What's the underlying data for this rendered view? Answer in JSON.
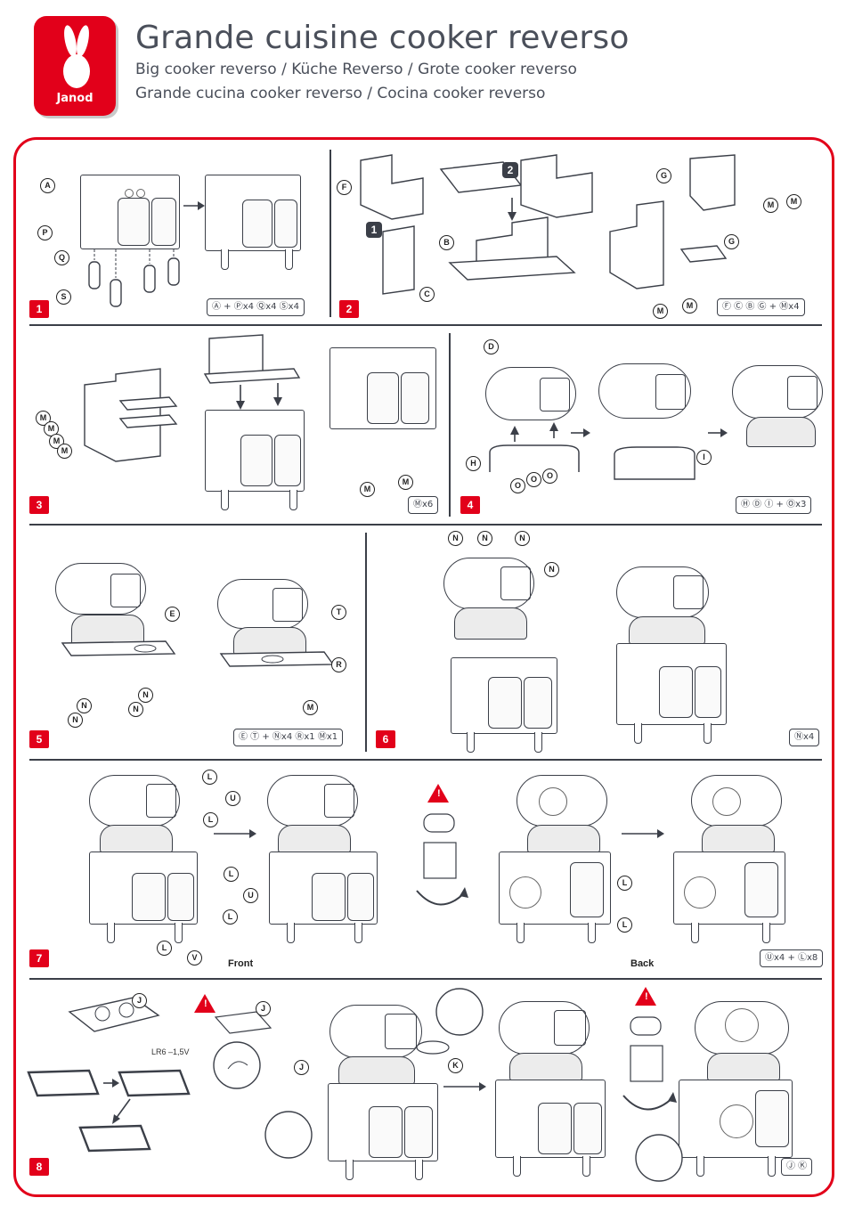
{
  "header": {
    "brand": "Janod",
    "title": "Grande cuisine cooker reverso",
    "subtitle_1": "Big cooker reverso / Küche Reverso / Grote cooker reverso",
    "subtitle_2": "Grande cucina cooker reverso / Cocina cooker reverso"
  },
  "steps": [
    {
      "num": "1",
      "parts": "Ⓐ + Ⓟx4  Ⓠx4  Ⓢx4",
      "labels": [
        "A",
        "P",
        "Q",
        "S"
      ]
    },
    {
      "num": "2",
      "parts": "Ⓕ Ⓒ Ⓑ Ⓖ + Ⓜx4",
      "labels": [
        "F",
        "B",
        "C",
        "G",
        "G",
        "M",
        "M",
        "M",
        "M"
      ],
      "sub": [
        "1",
        "2"
      ]
    },
    {
      "num": "3",
      "parts": "Ⓜx6",
      "labels": [
        "M",
        "M",
        "M",
        "M",
        "M",
        "M"
      ]
    },
    {
      "num": "4",
      "parts": "Ⓗ Ⓓ Ⓘ + Ⓞx3",
      "labels": [
        "D",
        "H",
        "I",
        "O",
        "O",
        "O"
      ]
    },
    {
      "num": "5",
      "parts": "Ⓔ Ⓣ + Ⓝx4  Ⓡx1  Ⓜx1",
      "labels": [
        "E",
        "T",
        "R",
        "N",
        "N",
        "N",
        "N",
        "M"
      ]
    },
    {
      "num": "6",
      "parts": "Ⓝx4",
      "labels": [
        "N",
        "N",
        "N",
        "N"
      ]
    },
    {
      "num": "7",
      "parts": "Ⓤx4 + Ⓛx8",
      "labels": [
        "L",
        "U",
        "L",
        "L",
        "U",
        "L",
        "L",
        "V",
        "L",
        "L"
      ],
      "caption_front": "Front",
      "caption_back": "Back"
    },
    {
      "num": "8",
      "parts": "Ⓙ Ⓚ",
      "labels": [
        "J",
        "J",
        "J",
        "K"
      ],
      "battery": "LR6 –1,5V"
    }
  ],
  "icons": {
    "warning": "warning-triangle-icon",
    "rotate": "rotate-arrow-icon",
    "arrow": "right-arrow-icon"
  },
  "colors": {
    "accent": "#e2001a",
    "line": "#3b3f48",
    "text": "#4a4f5a"
  }
}
